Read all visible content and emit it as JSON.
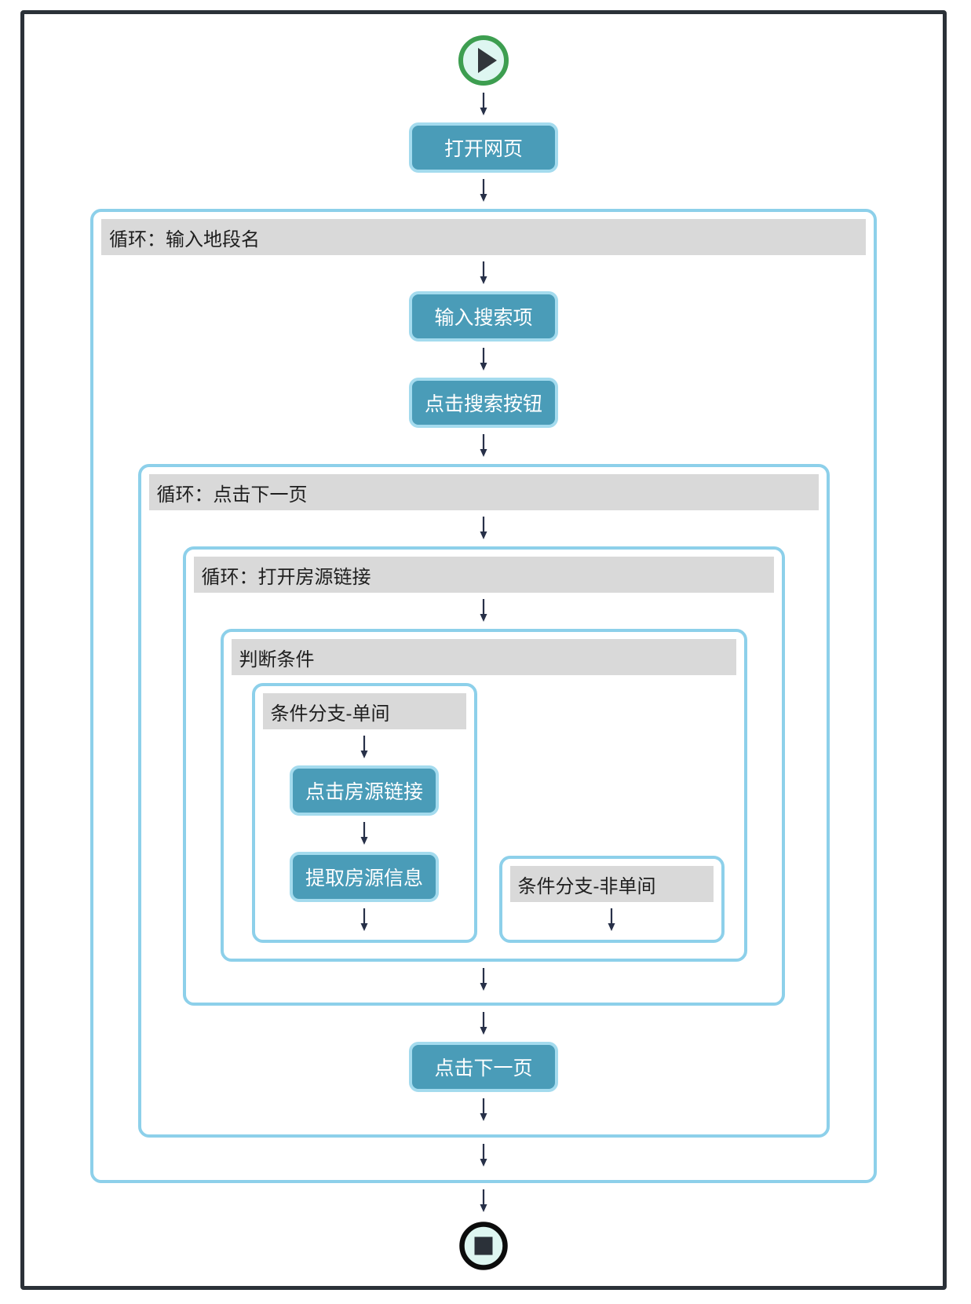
{
  "flowchart": {
    "start_icon": "play",
    "end_icon": "stop",
    "nodes": {
      "open_page": "打开网页",
      "loop_input_location": "循环：输入地段名",
      "input_search": "输入搜索项",
      "click_search": "点击搜索按钮",
      "loop_next_page": "循环：点击下一页",
      "loop_open_listing": "循环：打开房源链接",
      "condition": "判断条件",
      "branch_single_room": "条件分支-单间",
      "click_listing": "点击房源链接",
      "extract_listing": "提取房源信息",
      "branch_not_single_room": "条件分支-非单间",
      "click_next_page": "点击下一页"
    },
    "colors": {
      "frame_border": "#2b3138",
      "step_button_fill": "#4a9cb8",
      "step_button_border": "#a4dbee",
      "container_border": "#8dd0ea",
      "header_background": "#d9d9d9",
      "header_text": "#1f1f1f",
      "button_text": "#ffffff",
      "arrow": "#273048",
      "start_ring_green": "#3d9e50",
      "end_ring_black": "#0c0c0c",
      "icon_fill": "#def6f1",
      "icon_glyph": "#31363b"
    }
  }
}
